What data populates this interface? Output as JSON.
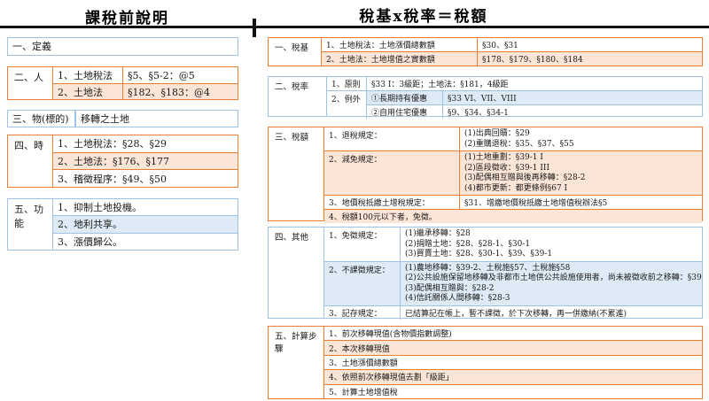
{
  "colors": {
    "orange_border": "#ED7D31",
    "orange_fill": "#FBE5D6",
    "blue_border": "#9DC3E6",
    "blue_fill": "#DEEBF7",
    "divider": "#111111"
  },
  "left": {
    "title": "課稅前說明",
    "sections": {
      "definition": {
        "label": "一、定義"
      },
      "person": {
        "label": "二、人",
        "rows": [
          {
            "c1": "1、土地稅法",
            "c2": "§5、§5-2：@5"
          },
          {
            "c1": "2、土地法",
            "c2": "§182、§183：@4"
          }
        ]
      },
      "object": {
        "label": "三、物(標的)",
        "value": "移轉之土地"
      },
      "time": {
        "label": "四、時",
        "rows": [
          "1、土地稅法：§28、§29",
          "2、土地法：§176、§177",
          "3、稽徵程序：§49、§50"
        ]
      },
      "function": {
        "label": "五、功能",
        "rows": [
          "1、抑制土地投機。",
          "2、地利共享。",
          "3、漲價歸公。"
        ]
      }
    }
  },
  "right": {
    "title": "稅基x稅率＝稅額",
    "sections": {
      "tax_base": {
        "label": "一、稅基",
        "rows": [
          {
            "item": "1、土地稅法：土地漲價總數額",
            "ref": "§30、§31"
          },
          {
            "item": "2、土地法：土地增值之實數額",
            "ref": "§178、§179、§180、§184"
          }
        ]
      },
      "tax_rate": {
        "label": "二、稅率",
        "principle": {
          "item": "1、原則",
          "value": "§33 I：3級距；土地法：§181，4級距"
        },
        "exception": {
          "item": "2、例外",
          "rows": [
            {
              "type": "①長期持有優惠",
              "ref": "§33 VI、VII、VIII"
            },
            {
              "type": "②自用住宅優惠",
              "ref": "§9、§34、§34-1"
            }
          ]
        }
      },
      "tax_amount": {
        "label": "三、稅額",
        "rows": [
          {
            "item": "1、退稅規定：",
            "lines": [
              "(1)出典回贖：§29",
              "(2)重購退稅：§35、§37、§55"
            ]
          },
          {
            "item": "2、減免規定：",
            "lines": [
              "(1)土地重劃：§39-1 I",
              "(2)區段徵收：§39-1 III",
              "(3)配偶相互贈與後再移轉：§28-2",
              "(4)都市更新：都更條例§67 I"
            ]
          },
          {
            "item": "3、地價稅抵繳土增稅規定：",
            "lines": [
              "§31、增繳地價稅抵繳土地增值稅辦法§5"
            ]
          }
        ],
        "note": "4、稅額100元以下者，免徵。"
      },
      "others": {
        "label": "四、其他",
        "rows": [
          {
            "item": "1、免徵規定：",
            "lines": [
              "(1)繼承移轉：§28",
              "(2)捐贈土地：§28、§28-1、§30-1",
              "(3)買賣土地：§28、§30-1、§39、§39-1"
            ]
          },
          {
            "item": "2、不課徵規定：",
            "lines": [
              "(1)農地移轉：§39-2、土稅施§57、土稅施§58",
              "(2)公共設施保留地移轉及非都市土地供公共設施使用者，尚未被徵收前之移轉：§39",
              "(3)配偶相互贈與：§28-2",
              "(4)信託關係人間移轉：§28-3"
            ]
          },
          {
            "item": "3、記存規定：",
            "lines": [
              "已結算記在帳上，暫不課徵，於下次移轉，再一併繳納(不累進)"
            ]
          }
        ]
      },
      "steps": {
        "label": "五、計算步驟",
        "rows": [
          "1、前次移轉現值(含物價指數調整)",
          "2、本次移轉現值",
          "3、土地漲價總數額",
          "4、依照前次移轉現值去劃「級距」",
          "5、計算土地增值稅"
        ]
      }
    }
  }
}
